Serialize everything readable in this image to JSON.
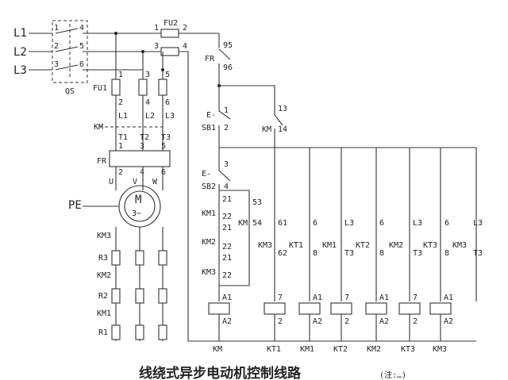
{
  "title": "线绕式异步电动机控制线路",
  "subtitle": "(注:…)",
  "labels": {
    "L1": "L1",
    "L2": "L2",
    "L3": "L3",
    "QS": "QS",
    "FU1": "FU1",
    "FU2": "FU2",
    "KM": "KM",
    "FR": "FR",
    "PE": "PE",
    "motor_M": "M",
    "motor_3": "3~",
    "U": "U",
    "V": "V",
    "W": "W",
    "KM3": "KM3",
    "KM2": "KM2",
    "KM1": "KM1",
    "R1": "R1",
    "R2": "R2",
    "R3": "R3",
    "SB1": "SB1",
    "SB2": "SB2",
    "E": "E-",
    "T1": "T1",
    "T2": "T2",
    "T3": "T3",
    "KT1": "KT1",
    "KT2": "KT2",
    "KT3": "KT3",
    "A1": "A1",
    "A2": "A2",
    "n1": "1",
    "n2": "2",
    "n3": "3",
    "n4": "4",
    "n5": "5",
    "n6": "6",
    "n7": "7",
    "n8": "8",
    "n13": "13",
    "n14": "14",
    "n21": "21",
    "n22": "22",
    "n53": "53",
    "n54": "54",
    "n61": "61",
    "n62": "62",
    "n95": "95",
    "n96": "96"
  },
  "bottom_coils": [
    "KM",
    "KT1",
    "KM1",
    "KT2",
    "KM2",
    "KT3",
    "KM3"
  ]
}
